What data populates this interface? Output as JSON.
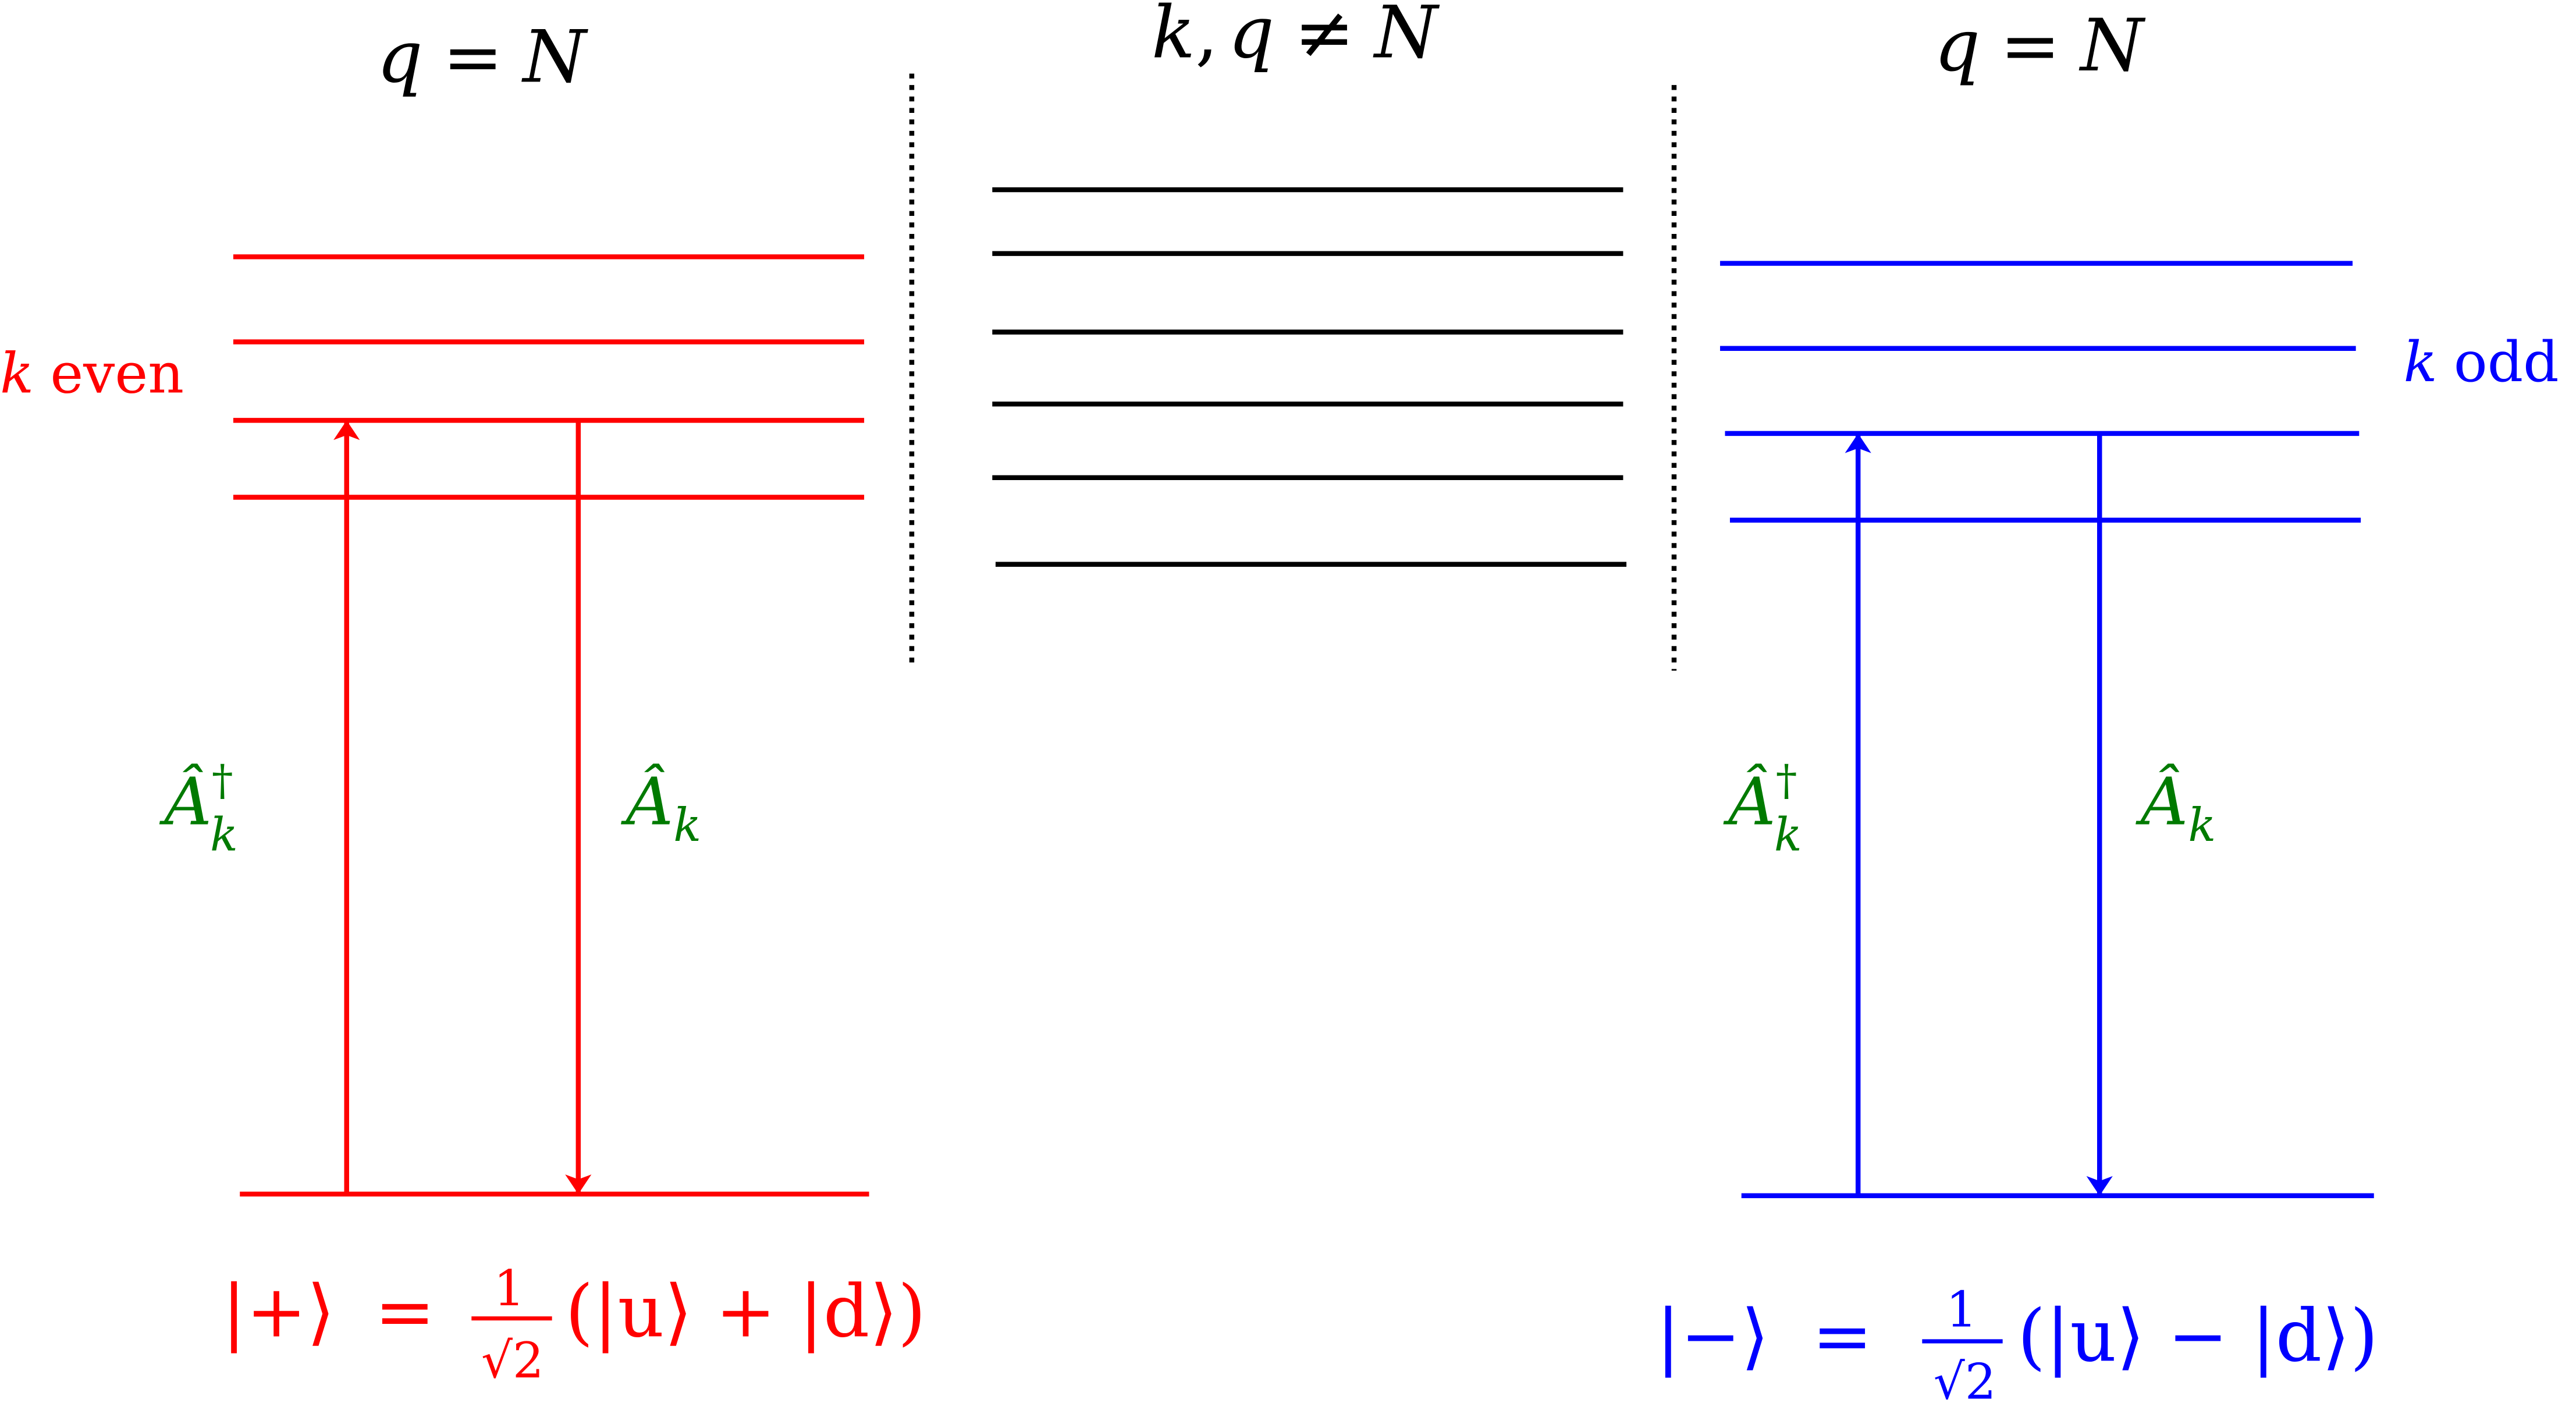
{
  "colors": {
    "left": "#ff0000",
    "center": "#000000",
    "right": "#0000ff",
    "operator": "#007a00"
  },
  "headers": {
    "left": {
      "var": "q",
      "op": "=",
      "rhs": "N"
    },
    "center": {
      "var1": "k",
      "sep": ",",
      "var2": "q",
      "op": "≠",
      "rhs": "N"
    },
    "right": {
      "var": "q",
      "op": "=",
      "rhs": "N"
    }
  },
  "sides": {
    "left": {
      "parity_var": "k",
      "parity_word": "even",
      "creation_op": {
        "base": "Â",
        "sup": "†",
        "sub": "k"
      },
      "annihilation_op": {
        "base": "Â",
        "sub": "k"
      },
      "state_lhs": "|+⟩",
      "state_eq": "=",
      "state_num": "1",
      "state_den": "√2",
      "state_rhs": "(|u⟩ + |d⟩)"
    },
    "right": {
      "parity_var": "k",
      "parity_word": "odd",
      "creation_op": {
        "base": "Â",
        "sup": "†",
        "sub": "k"
      },
      "annihilation_op": {
        "base": "Â",
        "sub": "k"
      },
      "state_lhs": "|−⟩",
      "state_eq": "=",
      "state_num": "1",
      "state_den": "√2",
      "state_rhs": "(|u⟩ − |d⟩)"
    }
  }
}
